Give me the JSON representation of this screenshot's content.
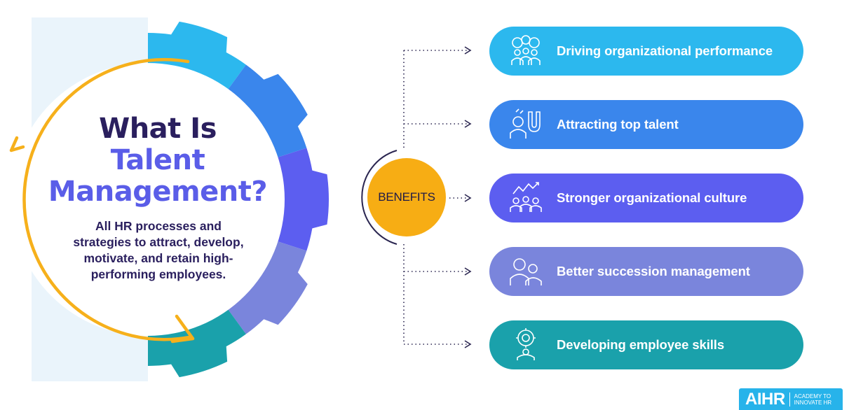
{
  "title": {
    "line1": "What Is",
    "line2": "Talent",
    "line3": "Management?"
  },
  "description": "All HR processes and strategies to attract, develop, motivate, and retain high-performing employees.",
  "hub": {
    "label": "BENEFITS"
  },
  "benefits": [
    {
      "label": "Driving organizational performance",
      "icon": "team-gears-icon",
      "color": "#2cb8ee"
    },
    {
      "label": "Attracting top talent",
      "icon": "magnet-person-icon",
      "color": "#3a86ec"
    },
    {
      "label": "Stronger organizational culture",
      "icon": "growing-team-icon",
      "color": "#5c5ef0"
    },
    {
      "label": "Better succession management",
      "icon": "two-people-icon",
      "color": "#7a85dc"
    },
    {
      "label": "Developing employee skills",
      "icon": "skills-target-icon",
      "color": "#1aa1ab"
    }
  ],
  "logo": {
    "mark": "AIHR",
    "tag_line1": "ACADEMY TO",
    "tag_line2": "INNOVATE HR"
  },
  "colors": {
    "navy": "#2a1f5e",
    "purple": "#5a5de8",
    "orange": "#f7ad14",
    "gear_light": "#e9f4fb",
    "connector": "#2a2550"
  }
}
